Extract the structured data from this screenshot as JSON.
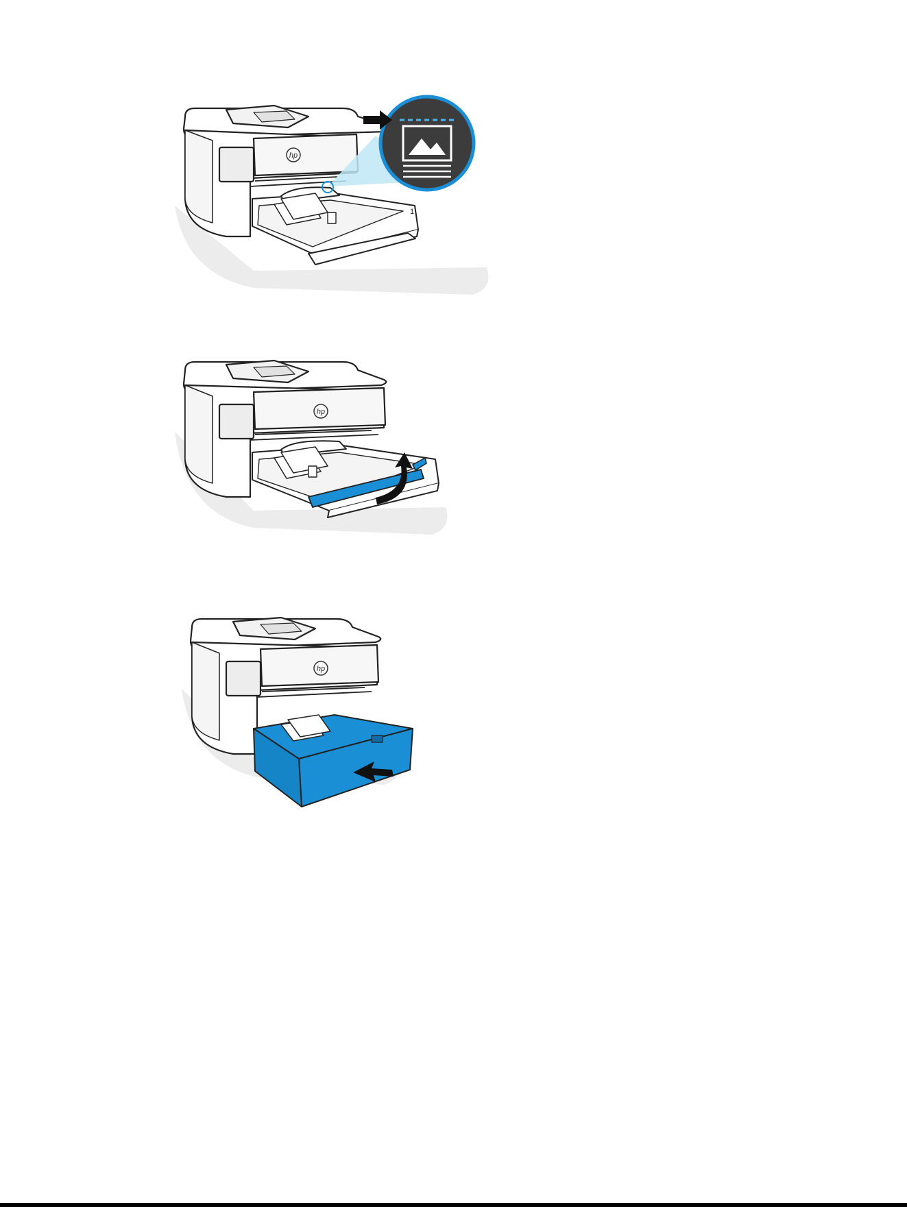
{
  "brand_mark": "hp",
  "colors": {
    "outline": "#222222",
    "panel_grey": "#eeeeee",
    "shadow_grey": "#e6e6e6",
    "accent_blue": "#1a8fd6",
    "light_blue": "#bfe6f6",
    "callout_bg": "#3c3c3c",
    "arrow": "#111111",
    "bottom_rule": "#000000"
  },
  "icons": {
    "callout": "photo-paper-orientation-icon",
    "insert_arrow": "arrow-right-icon",
    "flip_arrow": "curved-arrow-icon",
    "push_arrow": "arrow-left-icon"
  },
  "steps": [
    {
      "id": 1,
      "highlight": "paper-orientation-callout"
    },
    {
      "id": 2,
      "highlight": "tray-extension"
    },
    {
      "id": 3,
      "highlight": "paper-tray"
    }
  ],
  "tray_label": "1"
}
